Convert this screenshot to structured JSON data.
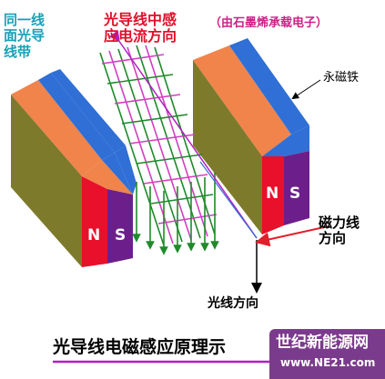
{
  "labels": {
    "band_line1": "同一线",
    "band_line2": "面光导",
    "band_line3": "线带",
    "current_line1": "光导线中感",
    "current_line2": "应电流方向",
    "current_note": "（由石墨烯承载电子）",
    "magnet": "永磁铁",
    "field_line1": "磁力线",
    "field_line2": "方向",
    "light": "光线方向",
    "title": "光导线电磁感应原理示"
  },
  "poles": {
    "left_n": "N",
    "left_s": "S",
    "right_n": "N",
    "right_s": "S"
  },
  "watermark": {
    "site_name": "世纪新能源网",
    "url": "www.NE21.com"
  },
  "colors": {
    "magnet_top": "#f0844a",
    "magnet_blue": "#2f6fd6",
    "magnet_side": "#7d7a2c",
    "pole_n": "#e8102a",
    "pole_s": "#6c1f8a",
    "grid_green": "#1f8a2a",
    "grid_magenta": "#d040c0",
    "field_arrow": "#e0202a",
    "watermark_bg": "#7b3b8c"
  }
}
